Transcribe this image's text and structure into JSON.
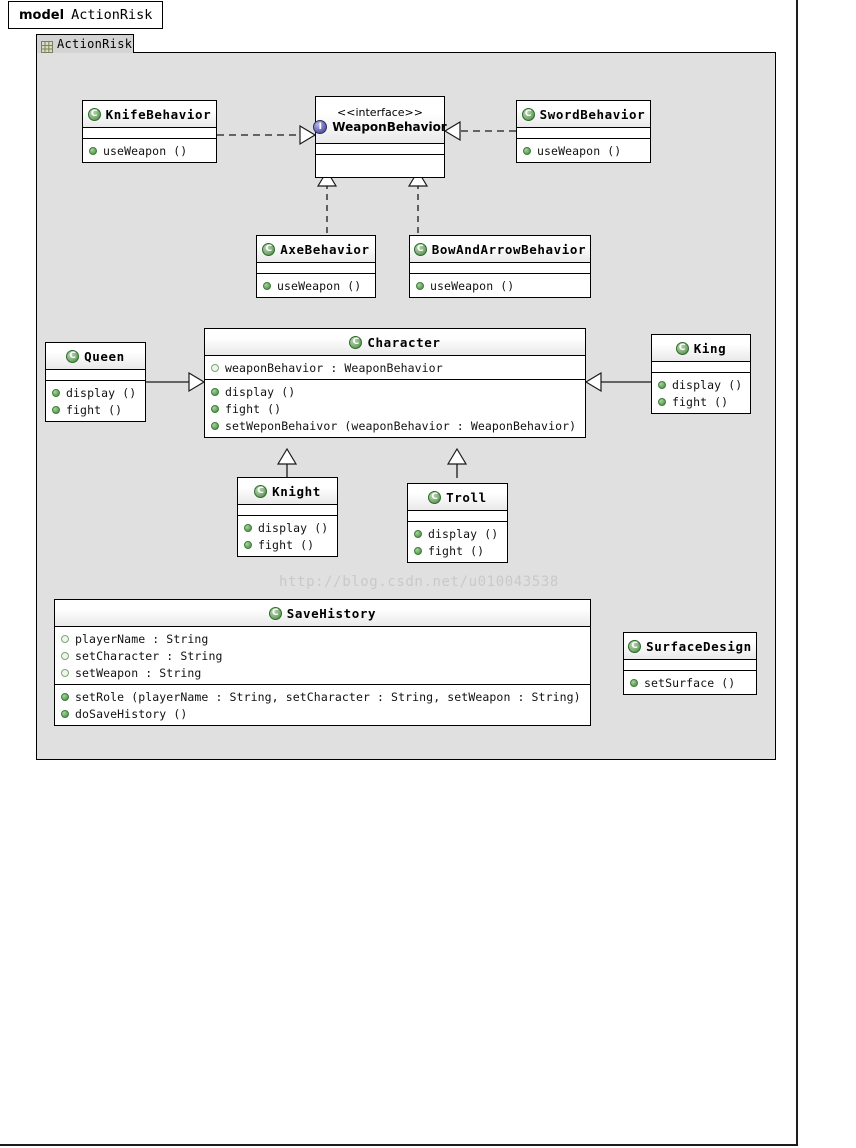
{
  "window": {
    "tab_keyword": "model",
    "tab_name": "ActionRisk"
  },
  "package": {
    "name": "ActionRisk",
    "icon": "package-icon"
  },
  "watermark": "http://blog.csdn.net/u010043538",
  "classes": [
    {
      "id": "knife-behavior",
      "name": "KnifeBehavior",
      "kind": "class",
      "attributes": [],
      "methods": [
        "useWeapon ()"
      ]
    },
    {
      "id": "weapon-behavior",
      "name": "WeaponBehavior",
      "kind": "interface",
      "stereotype": "<<interface>>",
      "attributes": [],
      "methods": []
    },
    {
      "id": "sword-behavior",
      "name": "SwordBehavior",
      "kind": "class",
      "attributes": [],
      "methods": [
        "useWeapon ()"
      ]
    },
    {
      "id": "axe-behavior",
      "name": "AxeBehavior",
      "kind": "class",
      "attributes": [],
      "methods": [
        "useWeapon ()"
      ]
    },
    {
      "id": "bow-and-arrow-behavior",
      "name": "BowAndArrowBehavior",
      "kind": "class",
      "attributes": [],
      "methods": [
        "useWeapon ()"
      ]
    },
    {
      "id": "queen",
      "name": "Queen",
      "kind": "class",
      "attributes": [],
      "methods": [
        "display ()",
        "fight ()"
      ]
    },
    {
      "id": "character",
      "name": "Character",
      "kind": "class",
      "attributes": [
        "weaponBehavior : WeaponBehavior"
      ],
      "methods": [
        "display ()",
        "fight ()",
        "setWeponBehaivor (weaponBehavior : WeaponBehavior)"
      ]
    },
    {
      "id": "king",
      "name": "King",
      "kind": "class",
      "attributes": [],
      "methods": [
        "display ()",
        "fight ()"
      ]
    },
    {
      "id": "knight",
      "name": "Knight",
      "kind": "class",
      "attributes": [],
      "methods": [
        "display ()",
        "fight ()"
      ]
    },
    {
      "id": "troll",
      "name": "Troll",
      "kind": "class",
      "attributes": [],
      "methods": [
        "display ()",
        "fight ()"
      ]
    },
    {
      "id": "save-history",
      "name": "SaveHistory",
      "kind": "class",
      "attributes": [
        "playerName : String",
        "setCharacter : String",
        "setWeapon : String"
      ],
      "methods": [
        "setRole (playerName : String, setCharacter : String, setWeapon : String)",
        "doSaveHistory ()"
      ]
    },
    {
      "id": "surface-design",
      "name": "SurfaceDesign",
      "kind": "class",
      "attributes": [],
      "methods": [
        "setSurface ()"
      ]
    }
  ],
  "relations": [
    {
      "from": "KnifeBehavior",
      "to": "WeaponBehavior",
      "type": "realization"
    },
    {
      "from": "SwordBehavior",
      "to": "WeaponBehavior",
      "type": "realization"
    },
    {
      "from": "AxeBehavior",
      "to": "WeaponBehavior",
      "type": "realization"
    },
    {
      "from": "BowAndArrowBehavior",
      "to": "WeaponBehavior",
      "type": "realization"
    },
    {
      "from": "Queen",
      "to": "Character",
      "type": "generalization"
    },
    {
      "from": "King",
      "to": "Character",
      "type": "generalization"
    },
    {
      "from": "Knight",
      "to": "Character",
      "type": "generalization"
    },
    {
      "from": "Troll",
      "to": "Character",
      "type": "generalization"
    }
  ],
  "colors": {
    "package_fill": "#e0e0e0",
    "class_fill": "#ffffff",
    "border": "#000000",
    "class_icon": "#3d7a38",
    "interface_icon": "#6f6bbe",
    "watermark": "#c9c9c9"
  }
}
